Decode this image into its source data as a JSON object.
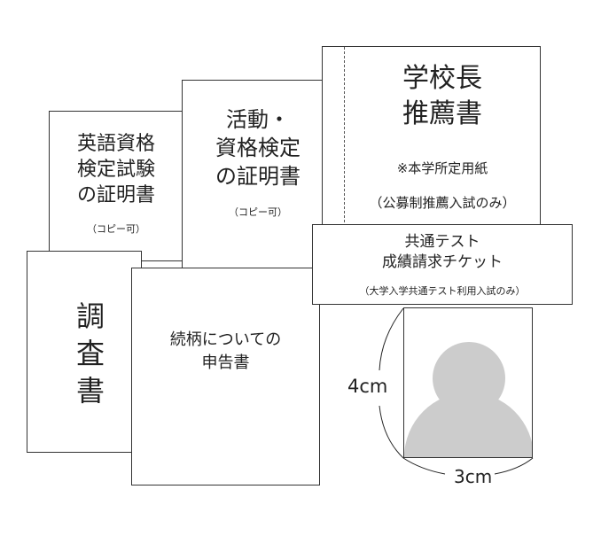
{
  "english_cert": {
    "lines": [
      "英語資格",
      "検定試験",
      "の証明書"
    ],
    "note": "（コピー可）"
  },
  "activity_cert": {
    "lines": [
      "活動・",
      "資格検定",
      "の証明書"
    ],
    "note": "（コピー可）"
  },
  "principal_rec": {
    "lines": [
      "学校長",
      "推薦書"
    ],
    "note1": "※本学所定用紙",
    "note2": "（公募制推薦入試のみ）"
  },
  "ticket": {
    "lines": [
      "共通テスト",
      "成績請求チケット"
    ],
    "note": "（大学入学共通テスト利用入試のみ）"
  },
  "survey": {
    "lines": [
      "調",
      "査",
      "書"
    ]
  },
  "conduct": {
    "lines": [
      "続柄についての",
      "申告書"
    ]
  },
  "photo": {
    "height_label": "4cm",
    "width_label": "3cm",
    "icon": "person-silhouette-icon",
    "color": "#cccccc"
  }
}
